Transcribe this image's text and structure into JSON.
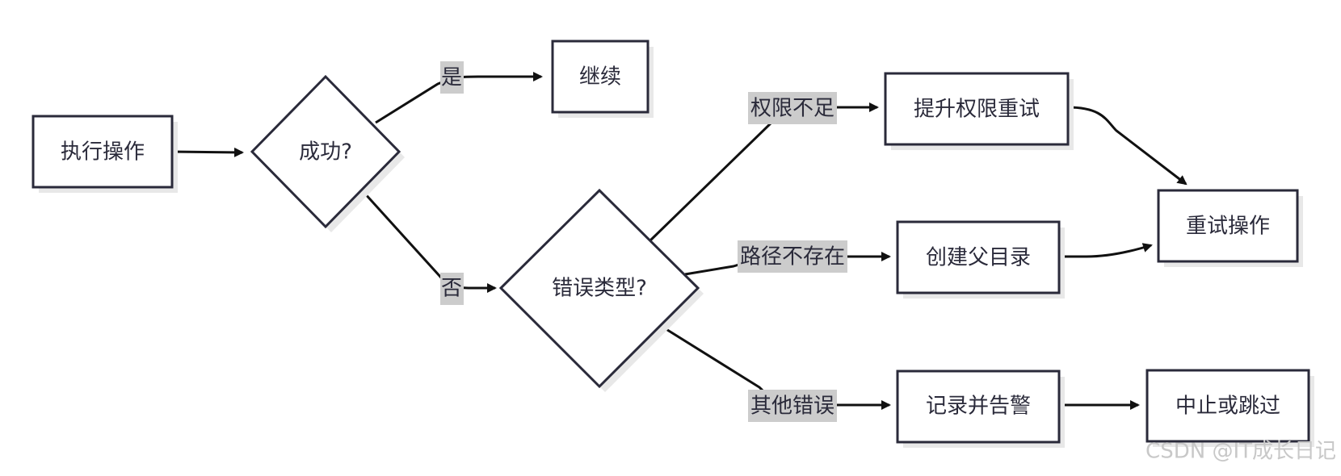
{
  "colors": {
    "node_stroke": "#2a2a3a",
    "node_fill": "#ffffff",
    "shadow": "#e6e6e6",
    "edge": "#111111",
    "label_bg": "#cccccc",
    "text": "#2a2a3a",
    "watermark": "#c8c8c8"
  },
  "nodes": {
    "execute": "执行操作",
    "success_check": "成功?",
    "continue": "继续",
    "error_type": "错误类型?",
    "elevate_retry": "提升权限重试",
    "create_parent": "创建父目录",
    "log_alert": "记录并告警",
    "retry_op": "重试操作",
    "abort_skip": "中止或跳过"
  },
  "edge_labels": {
    "yes": "是",
    "no": "否",
    "permission": "权限不足",
    "path_missing": "路径不存在",
    "other_error": "其他错误"
  },
  "watermark": "CSDN @IT成长日记"
}
